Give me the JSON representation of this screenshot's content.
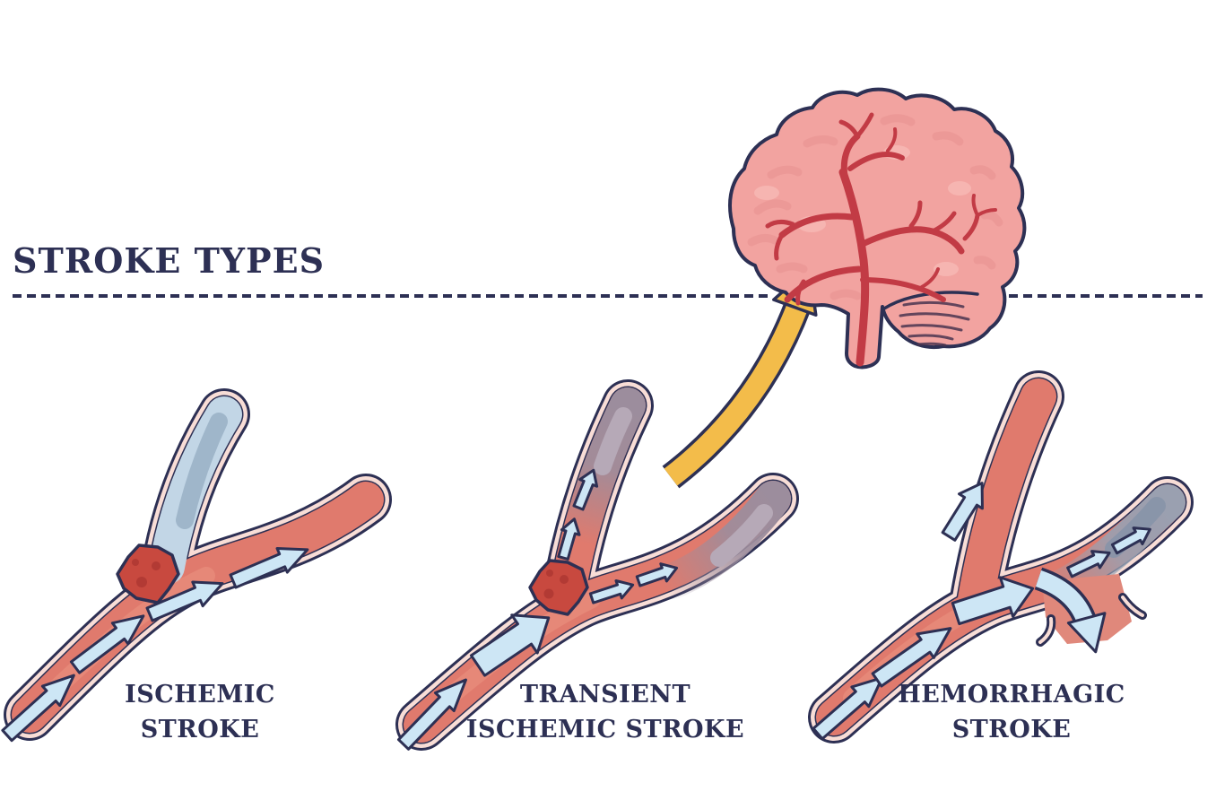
{
  "title": "STROKE TYPES",
  "diagram": {
    "types": [
      {
        "id": "ischemic",
        "label_line1": "ISCHEMIC",
        "label_line2": "STROKE"
      },
      {
        "id": "transient-ischemic",
        "label_line1": "TRANSIENT",
        "label_line2": "ISCHEMIC STROKE"
      },
      {
        "id": "hemorrhagic",
        "label_line1": "HEMORRHAGIC",
        "label_line2": "STROKE"
      }
    ],
    "colors": {
      "outline_navy": "#2d3054",
      "vessel_salmon": "#e07a6d",
      "vessel_wall_cream": "#f8ddd6",
      "flow_arrow_blue": "#cde6f5",
      "blocked_branch_blue": "#c2d6e6",
      "blocked_branch_core": "#9fb6ca",
      "tia_fade_gray": "#9c8d9d",
      "hemorrhage_fade_gray": "#96a2b4",
      "clot_red": "#c8493f",
      "highlight_arrow_yellow": "#f3bc4a",
      "brain_pink": "#f2a3a0",
      "artery_red": "#c23b45",
      "background": "#ffffff"
    }
  }
}
